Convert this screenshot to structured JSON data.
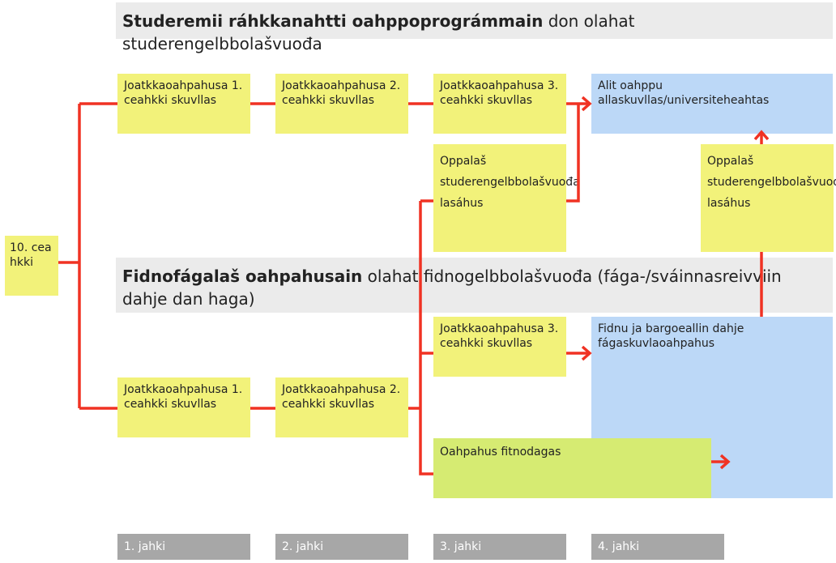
{
  "banner_top": {
    "bold": "Studeremii ráhkkanahtti oahppoprográmmain",
    "rest": " don olahat studerengelbbolašvuođa"
  },
  "banner_mid": {
    "bold": "Fidnofágalaš oahpahusain",
    "rest": " olahat fidnogelbbolašvuođa (fága-/sváinnasreivviin dahje dan haga)"
  },
  "start": {
    "label": "10. ceahkki"
  },
  "study": {
    "year1": "Joatkkaoahpahusa 1. ceahkki skuvllas",
    "year2": "Joatkkaoahpahusa 2. ceahkki skuvllas",
    "year3": "Joatkkaoahpahusa 3. ceahkki skuvllas",
    "supplement": "Oppalaš studerengelbbolašvuođa lasáhus",
    "higher": "Alit oahppu allaskuvllas/universiteheahtas"
  },
  "vocational": {
    "year1": "Joatkkaoahpahusa 1. ceahkki skuvllas",
    "year2": "Joatkkaoahpahusa 2. ceahkki skuvllas",
    "year3": "Joatkkaoahpahusa 3. ceahkki skuvllas",
    "supplement": "Oppalaš studerengelbbolašvuođa lasáhus",
    "work": "Fidnu ja bargoeallin dahje fágaskuvlaoahpahus",
    "apprentice": "Oahpahus fitnodagas"
  },
  "years": [
    "1. jahki",
    "2. jahki",
    "3. jahki",
    "4. jahki"
  ],
  "colors": {
    "arrow": "#f03223",
    "yellow": "#f2f27a",
    "blue": "#bcd8f7",
    "green": "#d6eb72",
    "banner": "#ebebeb",
    "year": "#a7a7a7"
  }
}
